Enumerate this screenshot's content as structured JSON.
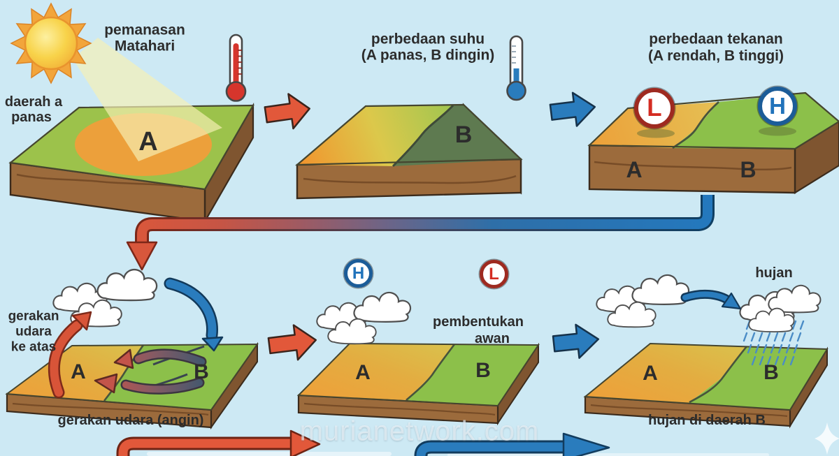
{
  "watermark": {
    "text": "murianetwork.com"
  },
  "colors": {
    "sky": "#cde9f4",
    "hot_accent": "#e2583a",
    "cold_accent": "#2a7cbd",
    "grass_green": "#8cc04a",
    "heated_ground_orange": "#ef9f39",
    "cool_ground_olive": "#5e7a50",
    "soil_brown": "#9c6b3c",
    "low_pressure_red": "#d42c22",
    "high_pressure_blue": "#2173bb"
  },
  "step1": {
    "title_line1": "pemanasan",
    "title_line2": "Matahari",
    "area_line1": "daerah a",
    "area_line2": "panas",
    "label_a": "A"
  },
  "step2": {
    "title_line1": "perbedaan suhu",
    "title_line2": "(A panas, B dingin)",
    "label_b": "B"
  },
  "step3": {
    "title_line1": "perbedaan tekanan",
    "title_line2": "(A rendah, B tinggi)",
    "low": "L",
    "high": "H",
    "label_a": "A",
    "label_b": "B"
  },
  "step4": {
    "note_line1": "gerakan",
    "note_line2": "udara",
    "note_line3": "ke atas",
    "label_a": "A",
    "label_b": "B",
    "caption": "gerakan udara (angin)"
  },
  "step5": {
    "high": "H",
    "low": "L",
    "caption_line1": "pembentukan",
    "caption_line2": "awan",
    "label_a": "A",
    "label_b": "B"
  },
  "step6": {
    "rain_label": "hujan",
    "label_a": "A",
    "label_b": "B",
    "caption": "hujan di daerah B"
  }
}
